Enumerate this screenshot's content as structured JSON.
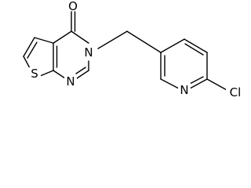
{
  "structure": {
    "atoms": {
      "oxygen": "O",
      "sulfur": "S",
      "nitrogen_3": "N",
      "nitrogen_1": "N",
      "nitrogen_pyridine": "N",
      "chlorine": "Cl"
    },
    "colors": {
      "bond": "#000000",
      "label": "#000000",
      "background": "#ffffff"
    }
  }
}
